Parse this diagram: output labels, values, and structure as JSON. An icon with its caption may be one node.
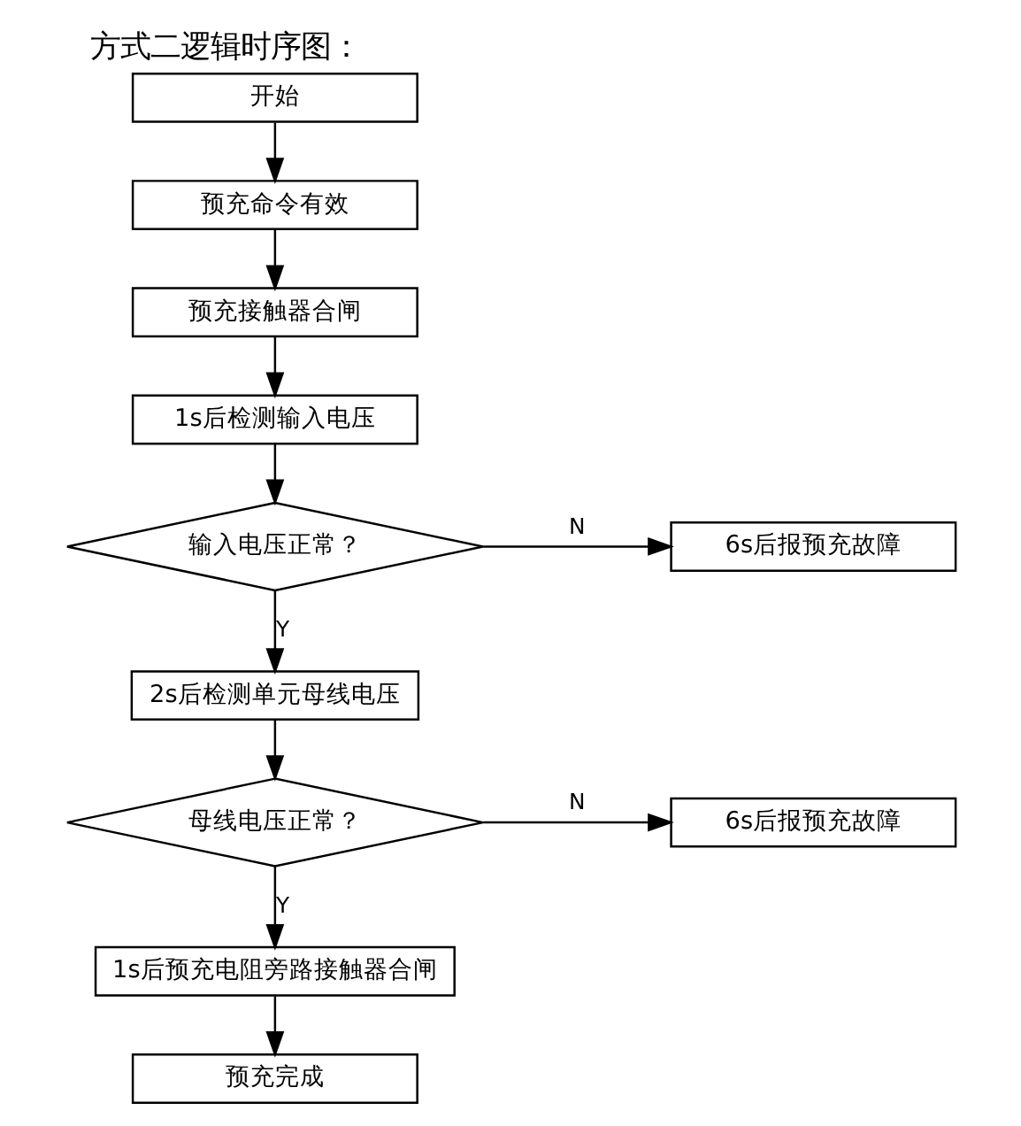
{
  "diagram": {
    "title": "方式二逻辑时序图：",
    "nodes": [
      {
        "text": [
          "开始"
        ]
      },
      {
        "text": [
          "预充命令有效"
        ]
      },
      {
        "text": [
          "预充接触器合闸"
        ]
      },
      {
        "text": [
          "1s后检测输入电压"
        ]
      },
      {
        "text": [
          "输入电压正常？"
        ]
      },
      {
        "text": [
          "6s后报预充故障"
        ]
      },
      {
        "text": [
          "2s后检测单元母线电压"
        ]
      },
      {
        "text": [
          "母线电压正常？"
        ]
      },
      {
        "text": [
          "6s后报预充故障"
        ]
      },
      {
        "text": [
          "1s后预充电阻旁路接触器合闸"
        ]
      },
      {
        "text": [
          "预充完成"
        ]
      }
    ],
    "edges": [
      {
        "from": 0,
        "to": 1,
        "arrow": "to"
      },
      {
        "from": 1,
        "to": 2,
        "arrow": "to"
      },
      {
        "from": 2,
        "to": 3,
        "arrow": "to"
      },
      {
        "from": 3,
        "to": 4,
        "arrow": "to"
      },
      {
        "from": 4,
        "to": 5,
        "arrow": "to",
        "label": "N"
      },
      {
        "from": 4,
        "to": 6,
        "arrow": "to",
        "label": "Y"
      },
      {
        "from": 6,
        "to": 7,
        "arrow": "to"
      },
      {
        "from": 7,
        "to": 8,
        "arrow": "to",
        "label": "N"
      },
      {
        "from": 7,
        "to": 9,
        "arrow": "to",
        "label": "Y"
      },
      {
        "from": 9,
        "to": 10,
        "arrow": "to"
      }
    ]
  }
}
